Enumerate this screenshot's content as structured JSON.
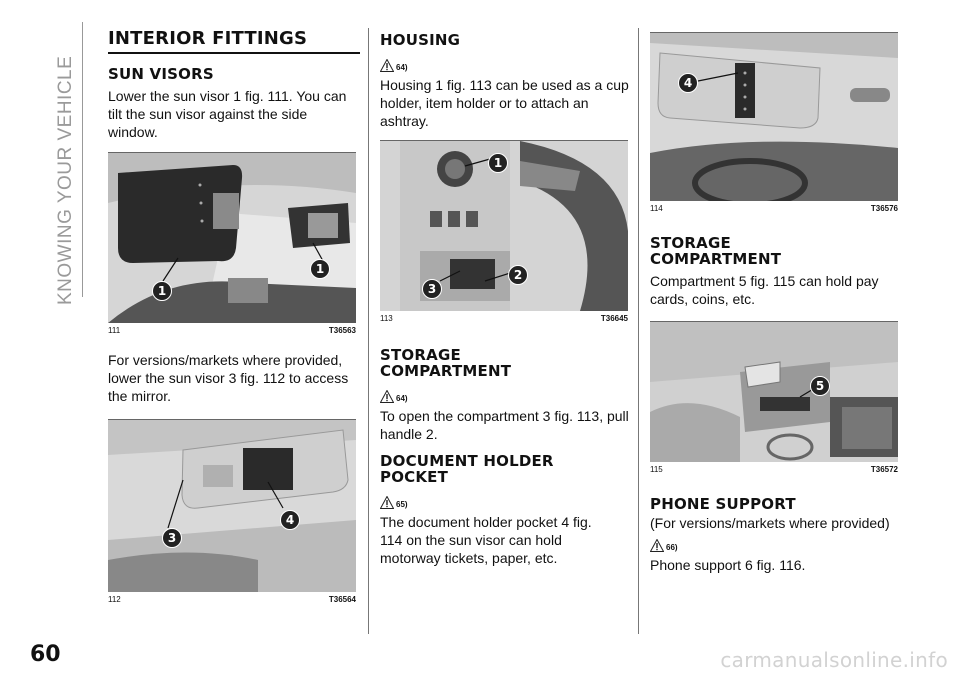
{
  "side_tab": "KNOWING YOUR VEHICLE",
  "page_number": "60",
  "watermark": "carmanualsonline.info",
  "col1": {
    "title": "INTERIOR FITTINGS",
    "sun_visors": {
      "heading": "SUN VISORS",
      "text1": "Lower the sun visor 1 fig. 111. You can tilt the sun visor against the side window.",
      "fig111": {
        "number": "111",
        "code": "T36563",
        "callouts": [
          "1",
          "1"
        ]
      },
      "text2": "For versions/markets where provided, lower the sun visor 3 fig. 112 to access the mirror.",
      "fig112": {
        "number": "112",
        "code": "T36564",
        "callouts": [
          "3",
          "4"
        ]
      }
    }
  },
  "col2": {
    "housing": {
      "heading": "HOUSING",
      "warning_ref": "64)",
      "text": "Housing 1 fig. 113 can be used as a cup holder, item holder or to attach an ashtray.",
      "fig113": {
        "number": "113",
        "code": "T36645",
        "callouts": [
          "1",
          "3",
          "2"
        ]
      }
    },
    "storage": {
      "heading": "STORAGE COMPARTMENT",
      "warning_ref": "64)",
      "text": "To open the compartment 3 fig. 113, pull handle 2."
    },
    "doc_pocket": {
      "heading": "DOCUMENT HOLDER POCKET",
      "warning_ref": "65)",
      "text": "The document holder pocket 4 fig. 114 on the sun visor can hold motorway tickets, paper, etc."
    }
  },
  "col3": {
    "fig114": {
      "number": "114",
      "code": "T36576",
      "callouts": [
        "4"
      ]
    },
    "storage2": {
      "heading": "STORAGE COMPARTMENT",
      "text": "Compartment 5 fig. 115 can hold pay cards, coins, etc.",
      "fig115": {
        "number": "115",
        "code": "T36572",
        "callouts": [
          "5"
        ]
      }
    },
    "phone": {
      "heading": "PHONE SUPPORT",
      "subtitle": "(For versions/markets where provided)",
      "warning_ref": "66)",
      "text": "Phone support 6 fig. 116."
    }
  }
}
